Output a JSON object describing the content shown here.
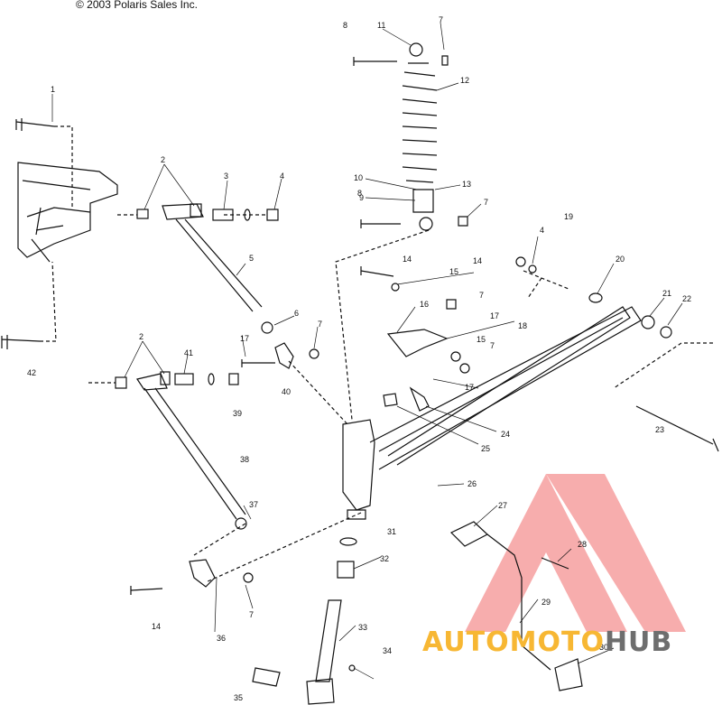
{
  "header": {
    "copyright": "© 2003 Polaris Sales Inc."
  },
  "watermark": {
    "part1": "AUTOMOTO",
    "part2": "HUB",
    "accent_color": "#f7b733",
    "logo_color": "#f26b6b"
  },
  "callouts": [
    "1",
    "2",
    "3",
    "4",
    "5",
    "6",
    "7",
    "8",
    "9",
    "10",
    "11",
    "12",
    "13",
    "14",
    "15",
    "16",
    "17",
    "18",
    "19",
    "20",
    "21",
    "22",
    "23",
    "24",
    "25",
    "26",
    "27",
    "28",
    "29",
    "30",
    "31",
    "32",
    "33",
    "34",
    "35",
    "36",
    "37",
    "38",
    "39",
    "40",
    "41",
    "42"
  ]
}
